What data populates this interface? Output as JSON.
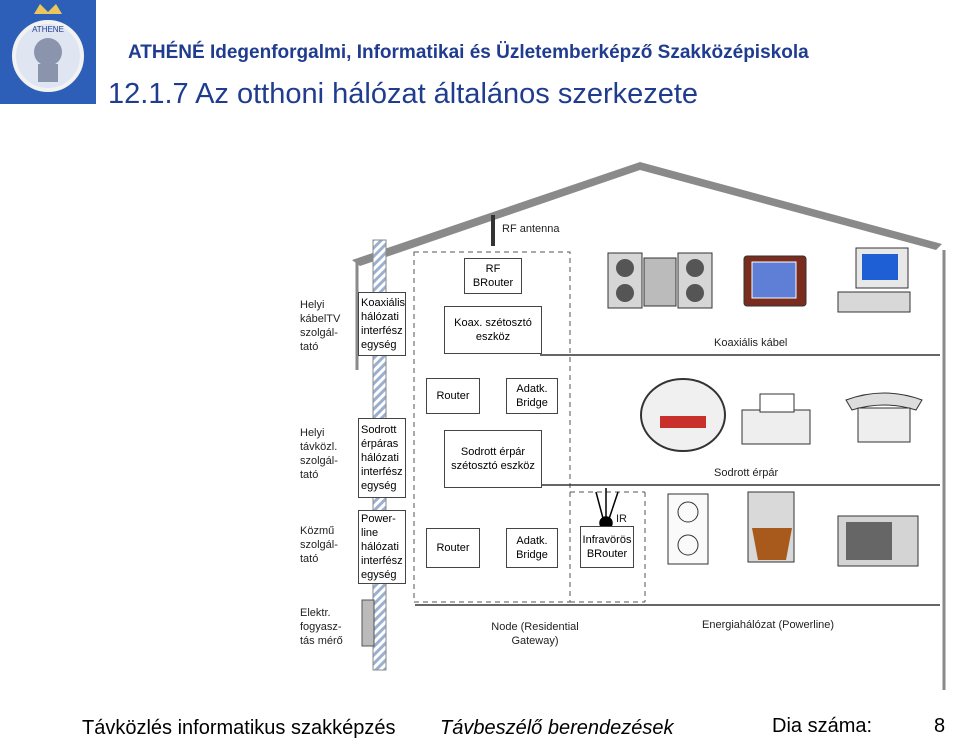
{
  "header": {
    "school_name": "ATHÉNÉ Idegenforgalmi, Informatikai és Üzletemberképző Szakközépiskola",
    "slide_title": "12.1.7  Az otthoni hálózat általános szerkezete",
    "logo_text": "ATHENE"
  },
  "providers": {
    "cable": "Helyi kábelTV szolgál-tató",
    "telecom": "Helyi távközl. szolgál-tató",
    "utility": "Közmű szolgál-tató",
    "meter": "Elektr. fogyasz-tás mérő"
  },
  "interfaces": {
    "coax": "Koaxiális hálózati interfész egység",
    "twisted": "Sodrott érpáras hálózati interfész egység",
    "powerline": "Power-line hálózati interfész egység"
  },
  "node": {
    "rf_antenna": "RF antenna",
    "rf_brouter": "RF BRouter",
    "coax_splitter": "Koax. szétosztó eszköz",
    "router1": "Router",
    "bridge1": "Adatk. Bridge",
    "twisted_splitter": "Sodrott érpár szétosztó eszköz",
    "router2": "Router",
    "bridge2": "Adatk. Bridge",
    "ir": "IR",
    "ir_brouter": "Infravörös BRouter",
    "node_label": "Node (Residential Gateway)"
  },
  "networks": {
    "coax_cable": "Koaxiális kábel",
    "twisted_pair": "Sodrott érpár",
    "powerline": "Energiahálózat (Powerline)"
  },
  "footer": {
    "left": "Távközlés informatikus szakképzés",
    "center": "Távbeszélő berendezések",
    "slide_label": "Dia száma:",
    "slide_number": "8"
  },
  "colors": {
    "header_blue": "#1f3c8f",
    "logo_blue": "#2e5fb8",
    "roof_gray": "#8a8a8a"
  }
}
